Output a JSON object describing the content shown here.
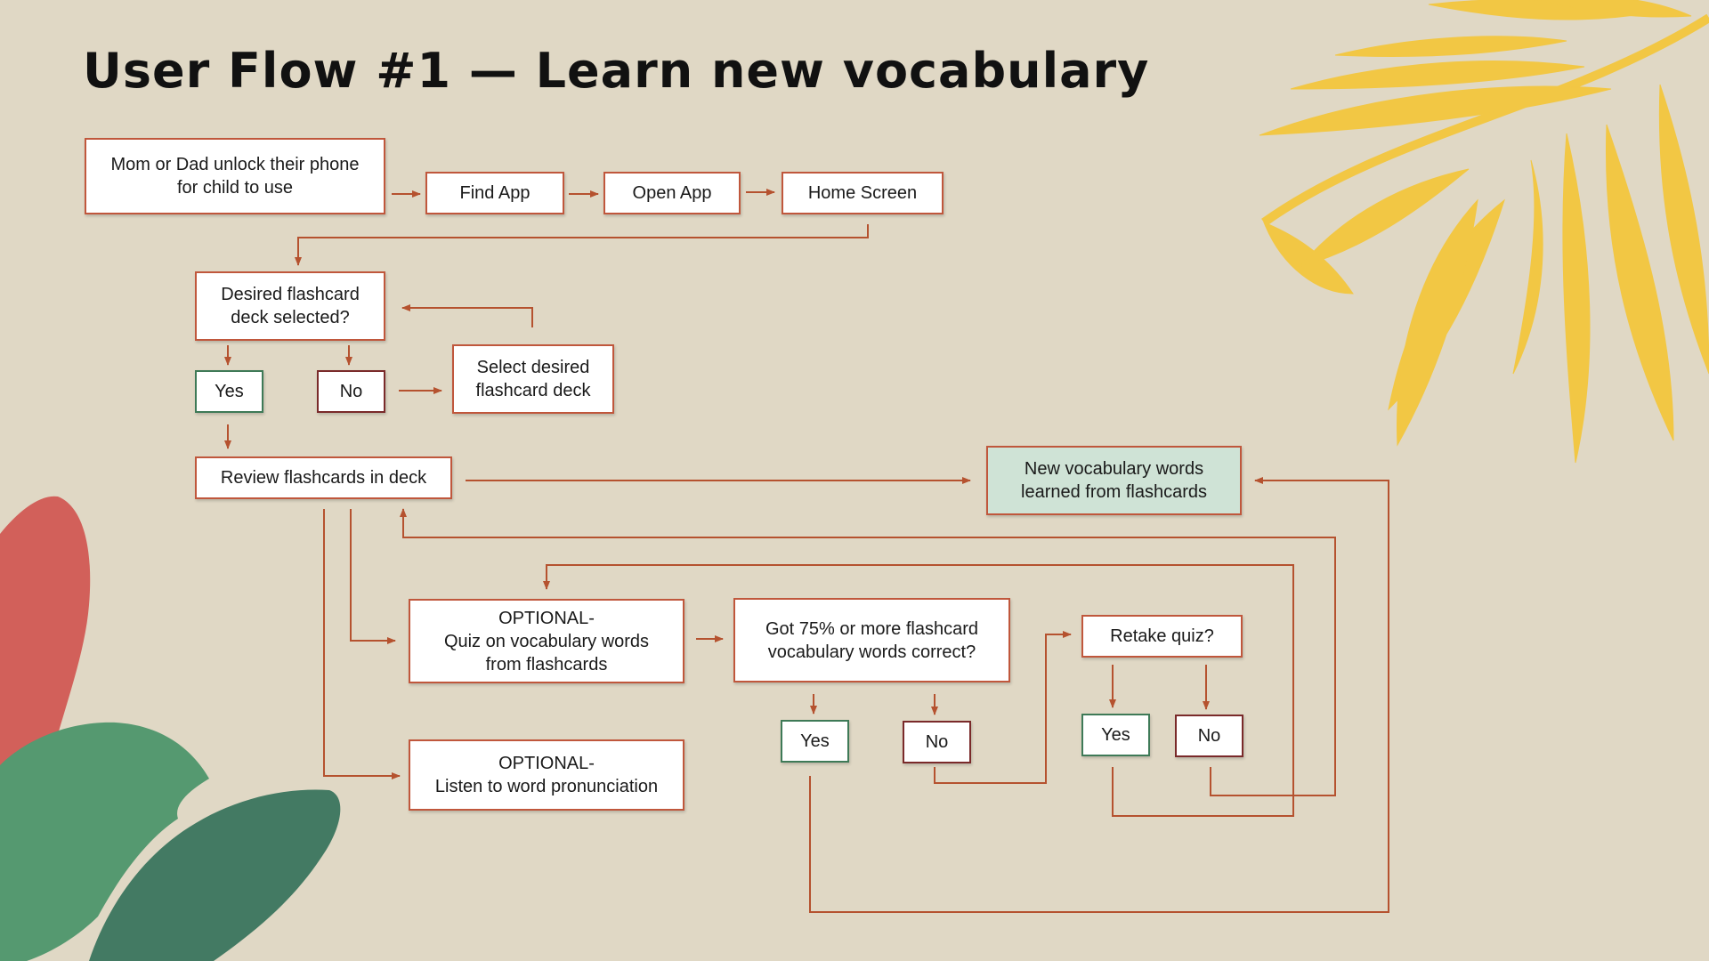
{
  "title": "User Flow #1 — Learn new vocabulary",
  "colors": {
    "background": "#e0d8c5",
    "box_border": "#c0573c",
    "connector": "#b5522f",
    "yes_border": "#3e7a57",
    "no_border": "#7a2a2a",
    "goal_fill": "#cfe3d6",
    "leaf_yellow": "#f2c744",
    "leaf_red": "#d2605a",
    "leaf_green": "#559970",
    "leaf_dark_green": "#437a63"
  },
  "decorations": [
    "palm-leaf-yellow",
    "leaf-red",
    "monstera-leaf-green",
    "monstera-leaf-dark-green"
  ],
  "nodes": {
    "unlock_phone": "Mom or Dad unlock their phone\nfor child to use",
    "find_app": "Find App",
    "open_app": "Open App",
    "home_screen": "Home Screen",
    "deck_selected": "Desired flashcard\ndeck selected?",
    "deck_yes": "Yes",
    "deck_no": "No",
    "select_deck": "Select desired\nflashcard deck",
    "review_flashcards": "Review flashcards in deck",
    "new_words_learned": "New vocabulary words\nlearned from flashcards",
    "optional_quiz": "OPTIONAL-\nQuiz on vocabulary words\nfrom flashcards",
    "optional_listen": "OPTIONAL-\nListen to word pronunciation",
    "score_check": "Got 75% or more flashcard\nvocabulary words correct?",
    "score_yes": "Yes",
    "score_no": "No",
    "retake_quiz": "Retake quiz?",
    "retake_yes": "Yes",
    "retake_no": "No"
  }
}
